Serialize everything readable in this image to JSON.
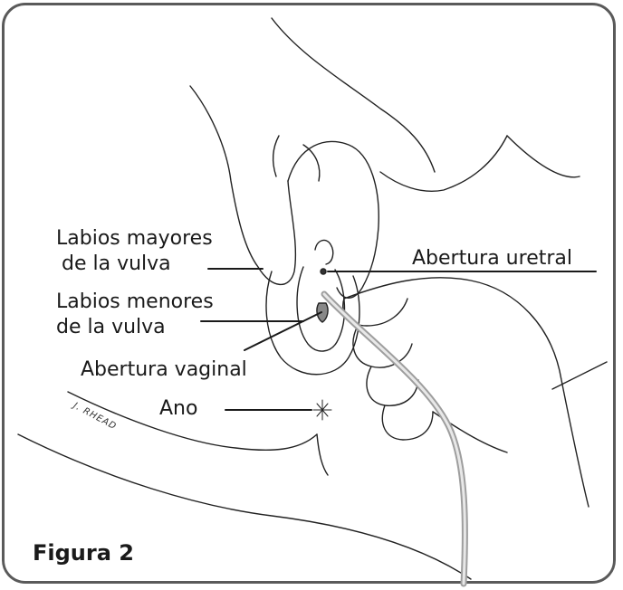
{
  "figure": {
    "title": "Figura 2",
    "signature": "J. RHEAD"
  },
  "labels": {
    "labia_majora_line1": "Labios mayores",
    "labia_majora_line2": "de la vulva",
    "labia_minora_line1": "Labios menores",
    "labia_minora_line2": "de la vulva",
    "vaginal_opening": "Abertura vaginal",
    "anus": "Ano",
    "urethral_opening": "Abertura uretral"
  },
  "colors": {
    "frame": "#5a5a5a",
    "ink": "#1a1a1a",
    "catheter": "#bdbdbd"
  }
}
